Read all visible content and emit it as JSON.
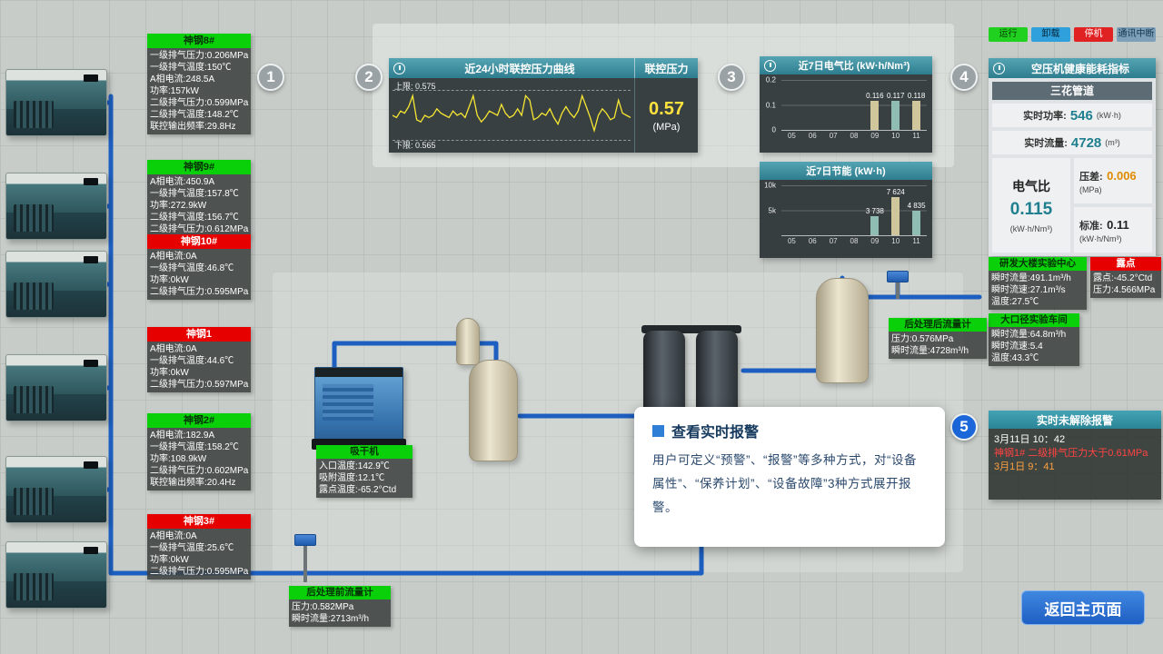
{
  "legend": {
    "items": [
      {
        "label": "运行",
        "color": "#21d11f",
        "fg": "#073807"
      },
      {
        "label": "卸载",
        "color": "#2fa0dc",
        "fg": "#06263a"
      },
      {
        "label": "停机",
        "color": "#e02222",
        "fg": "#ffffff"
      },
      {
        "label": "通讯中断",
        "color": "#7da0b8",
        "fg": "#10354d"
      }
    ]
  },
  "compressors": [
    {
      "name": "神钢8#",
      "header_bg": "#0ad00a",
      "header_fg": "#063306",
      "lines": [
        "一级排气压力:0.206MPa",
        "一级排气温度:150℃",
        "A相电流:248.5A",
        "功率:157kW",
        "二级排气压力:0.599MPa",
        "二级排气温度:148.2℃",
        "联控输出频率:29.8Hz"
      ]
    },
    {
      "name": "神钢9#",
      "header_bg": "#0ad00a",
      "header_fg": "#063306",
      "lines": [
        "A相电流:450.9A",
        "一级排气温度:157.8℃",
        "功率:272.9kW",
        "二级排气温度:156.7℃",
        "二级排气压力:0.612MPa"
      ]
    },
    {
      "name": "神钢10#",
      "header_bg": "#e60000",
      "header_fg": "#ffffff",
      "lines": [
        "A相电流:0A",
        "一级排气温度:46.8℃",
        "功率:0kW",
        "二级排气压力:0.595MPa"
      ]
    },
    {
      "name": "神钢1",
      "header_bg": "#e60000",
      "header_fg": "#ffffff",
      "lines": [
        "A相电流:0A",
        "一级排气温度:44.6℃",
        "功率:0kW",
        "二级排气压力:0.597MPa"
      ]
    },
    {
      "name": "神钢2#",
      "header_bg": "#0ad00a",
      "header_fg": "#063306",
      "lines": [
        "A相电流:182.9A",
        "一级排气温度:158.2℃",
        "功率:108.9kW",
        "二级排气压力:0.602MPa",
        "联控输出频率:20.4Hz"
      ]
    },
    {
      "name": "神钢3#",
      "header_bg": "#e60000",
      "header_fg": "#ffffff",
      "lines": [
        "A相电流:0A",
        "一级排气温度:25.6℃",
        "功率:0kW",
        "二级排气压力:0.595MPa"
      ]
    }
  ],
  "chart_data": [
    {
      "type": "line",
      "title": "近24小时联控压力曲线",
      "side_title": "联控压力",
      "value": "0.57",
      "unit": "(MPa)",
      "upper_label": "上限: 0.575",
      "lower_label": "下限: 0.565",
      "ylim": [
        0.565,
        0.575
      ],
      "line_color": "#f7e733",
      "values": [
        0.57,
        0.5695,
        0.571,
        0.5705,
        0.572,
        0.5745,
        0.569,
        0.5685,
        0.57,
        0.5695,
        0.57,
        0.5715,
        0.5705,
        0.57,
        0.5695,
        0.571,
        0.57,
        0.5705,
        0.5695,
        0.572,
        0.5745,
        0.57,
        0.5685,
        0.5695,
        0.571,
        0.5705,
        0.57,
        0.5725,
        0.5705,
        0.5695,
        0.57,
        0.5715,
        0.57,
        0.5745,
        0.5735,
        0.569,
        0.5695,
        0.5705,
        0.57,
        0.5715,
        0.5695,
        0.568,
        0.5705,
        0.572,
        0.5705,
        0.5695,
        0.571,
        0.5745,
        0.572,
        0.5695,
        0.5665,
        0.57,
        0.5715,
        0.5705,
        0.569,
        0.5695,
        0.5735,
        0.5705,
        0.57,
        0.5695
      ]
    },
    {
      "type": "bar",
      "title": "近7日电气比 (kW·h/Nm³)",
      "categories": [
        "05",
        "06",
        "07",
        "08",
        "09",
        "10",
        "11"
      ],
      "values": [
        0,
        0,
        0,
        0,
        0.116,
        0.117,
        0.118
      ],
      "labels": [
        "",
        "",
        "",
        "",
        "0.116",
        "0.117",
        "0.118"
      ],
      "bar_colors": [
        "",
        "",
        "",
        "",
        "#cfc69b",
        "#8fbdb4",
        "#cfc69b"
      ],
      "ylim": [
        0,
        0.2
      ],
      "yticks": [
        "0.2",
        "0.1",
        "0"
      ]
    },
    {
      "type": "bar",
      "title": "近7日节能 (kW·h)",
      "categories": [
        "05",
        "06",
        "07",
        "08",
        "09",
        "10",
        "11"
      ],
      "values": [
        0,
        0,
        0,
        0,
        3738,
        7624,
        4835
      ],
      "labels": [
        "",
        "",
        "",
        "",
        "3 738",
        "7 624",
        "4 835"
      ],
      "bar_colors": [
        "",
        "",
        "",
        "",
        "#8fbdb4",
        "#cfc69b",
        "#8fbdb4"
      ],
      "ylim": [
        0,
        10000
      ],
      "yticks": [
        "10k",
        "5k"
      ]
    }
  ],
  "health_panel": {
    "title": "空压机健康能耗指标",
    "pipe_name": "三花管道",
    "power_label": "实时功率:",
    "power_value": "546",
    "power_unit": "(kW·h)",
    "flow_label": "实时流量:",
    "flow_value": "4728",
    "flow_unit": "(m³)",
    "ratio_label": "电气比",
    "ratio_value": "0.115",
    "ratio_unit": "(kW·h/Nm³)",
    "diff_label": "压差:",
    "diff_value": "0.006",
    "diff_unit": "(MPa)",
    "std_label": "标准:",
    "std_value": "0.11",
    "std_unit": "(kW·h/Nm³)",
    "accent_color": "#1f7f8f",
    "warn_color": "#e08a00"
  },
  "field_panels": {
    "dryer": {
      "title": "吸干机",
      "title_bg": "#0ad00a",
      "title_fg": "#063306",
      "lines": [
        "入口温度:142.9℃",
        "吸附温度:12.1℃",
        "露点温度:-65.2°Ctd"
      ]
    },
    "pre_flowmeter": {
      "title": "后处理前流量计",
      "title_bg": "#0ad00a",
      "title_fg": "#063306",
      "lines": [
        "压力:0.582MPa",
        "瞬时流量:2713m³/h"
      ]
    },
    "post_flowmeter": {
      "title": "后处理后流量计",
      "title_bg": "#0ad00a",
      "title_fg": "#063306",
      "lines": [
        "压力:0.576MPa",
        "瞬时流量:4728m³/h"
      ]
    },
    "rd_building": {
      "title": "研发大楼实验中心",
      "title_bg": "#0ad00a",
      "title_fg": "#063306",
      "lines": [
        "瞬时流量:491.1m³/h",
        "瞬时流速:27.1m³/s",
        "温度:27.5℃"
      ]
    },
    "dew_point": {
      "title": "露点",
      "title_bg": "#e60000",
      "title_fg": "#ffffff",
      "lines": [
        "露点:-45.2°Ctd",
        "压力:4.566MPa"
      ]
    },
    "large_caliber": {
      "title": "大口径实验车间",
      "title_bg": "#0ad00a",
      "title_fg": "#063306",
      "lines": [
        "瞬时流量:64.8m³/h",
        "瞬时流速:5.4",
        "温度:43.3℃"
      ]
    }
  },
  "alarm_panel": {
    "title": "实时未解除报警",
    "alarms": [
      {
        "time": "3月11日 10：42",
        "text": "神钢1# 二级排气压力大于0.61MPa",
        "time_color": "#ffffff",
        "color": "#ff4343"
      },
      {
        "time": "3月1日 9：41",
        "text": "",
        "time_color": "#ffa040",
        "color": "#ffa040"
      }
    ]
  },
  "popup": {
    "title": "查看实时报警",
    "body": "用户可定义“预警”、“报警”等多种方式，对“设备属性”、“保养计划”、“设备故障”3种方式展开报警。"
  },
  "buttons": {
    "back_label": "返回主页面"
  },
  "markers": [
    "1",
    "2",
    "3",
    "4",
    "5"
  ],
  "icons": {
    "panel_header": "gauge-icon",
    "popup_bullet": "square-bullet-icon"
  }
}
